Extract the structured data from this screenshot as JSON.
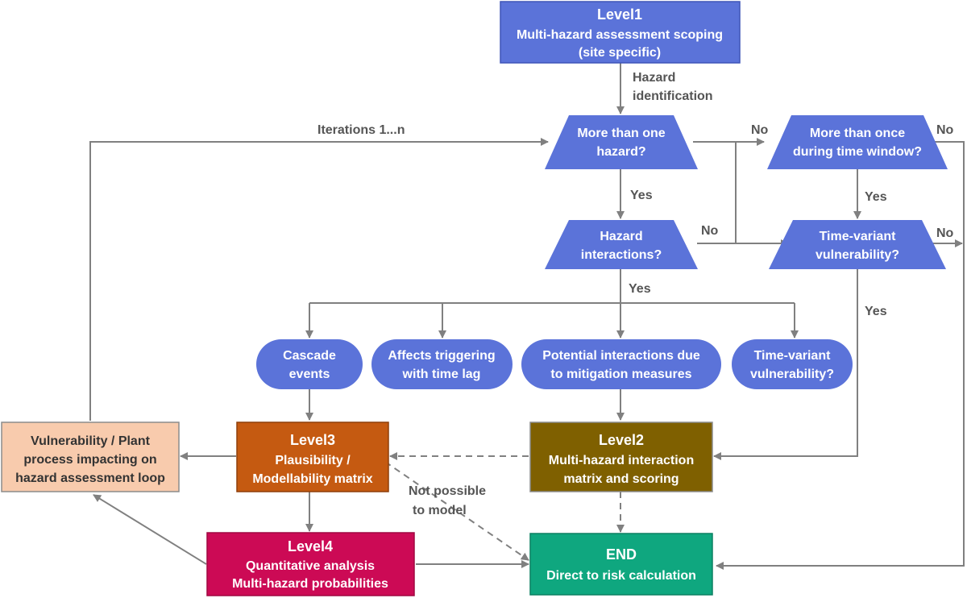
{
  "colors": {
    "blue": "#5b73d9",
    "brown_orange": "#c55a11",
    "olive_brown": "#7f6000",
    "crimson": "#cc0a55",
    "green": "#0fa77f",
    "peach": "#f8cbad",
    "connector": "#808080"
  },
  "nodes": {
    "level1": {
      "title": "Level1",
      "line1": "Multi-hazard assessment scoping",
      "line2": "(site specific)"
    },
    "more_than_one_hazard": {
      "line1": "More than one",
      "line2": "hazard?"
    },
    "more_than_once": {
      "line1": "More than once",
      "line2": "during time window?"
    },
    "hazard_interactions": {
      "line1": "Hazard",
      "line2": "interactions?"
    },
    "time_variant_decision": {
      "line1": "Time-variant",
      "line2": "vulnerability?"
    },
    "cascade_events": {
      "line1": "Cascade",
      "line2": "events"
    },
    "affects_triggering": {
      "line1": "Affects triggering",
      "line2": "with time lag"
    },
    "potential_interactions": {
      "line1": "Potential interactions due",
      "line2": "to mitigation measures"
    },
    "time_variant_pill": {
      "line1": "Time-variant",
      "line2": "vulnerability?"
    },
    "vulnerability_loop": {
      "line1": "Vulnerability / Plant",
      "line2": "process impacting on",
      "line3": "hazard assessment loop"
    },
    "level3": {
      "title": "Level3",
      "line1": "Plausibility /",
      "line2": "Modellability matrix"
    },
    "level2": {
      "title": "Level2",
      "line1": "Multi-hazard interaction",
      "line2": "matrix and scoring"
    },
    "level4": {
      "title": "Level4",
      "line1": "Quantitative analysis",
      "line2": "Multi-hazard probabilities"
    },
    "end": {
      "title": "END",
      "line1": "Direct to risk calculation"
    }
  },
  "edge_labels": {
    "hazard_identification_1": "Hazard",
    "hazard_identification_2": "identification",
    "iterations": "Iterations 1...n",
    "no_1": "No",
    "no_2": "No",
    "no_3": "No",
    "no_4": "No",
    "yes_1": "Yes",
    "yes_2": "Yes",
    "yes_3": "Yes",
    "yes_4": "Yes",
    "not_possible_1": "Not possible",
    "not_possible_2": "to model"
  }
}
